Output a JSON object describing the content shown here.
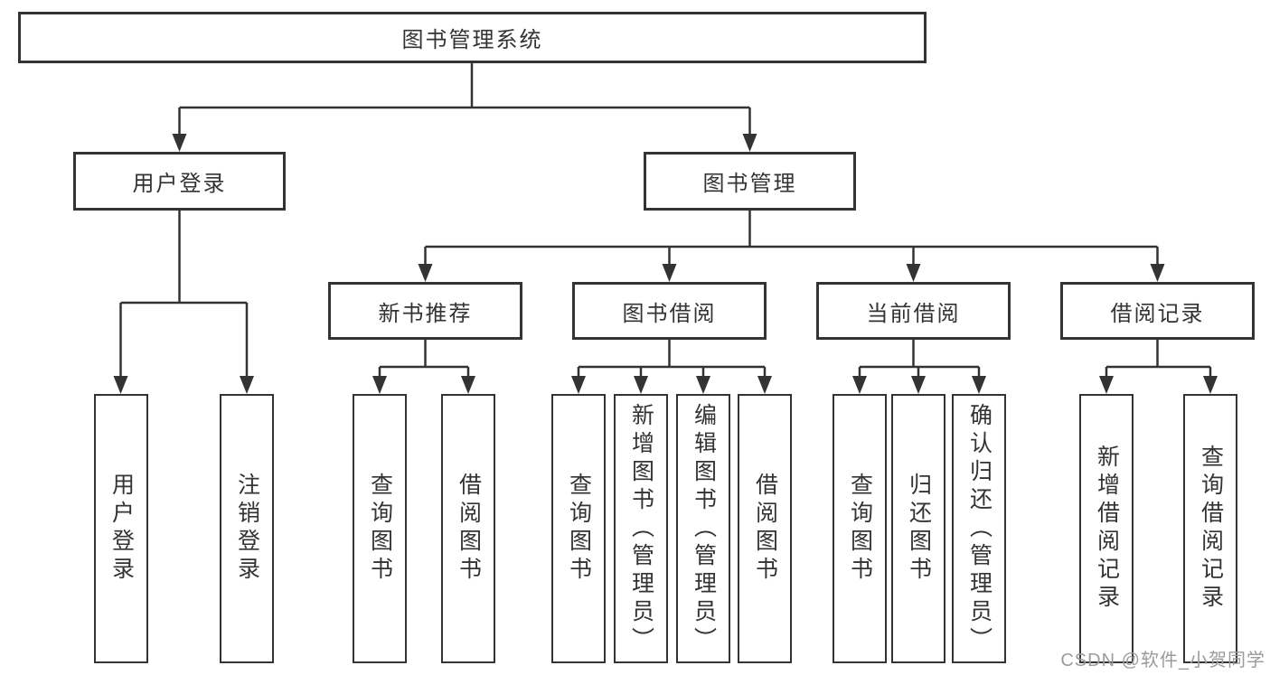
{
  "diagram": {
    "root": {
      "label": "图书管理系统"
    },
    "branches": [
      {
        "label": "用户登录",
        "children": [
          "用户登录",
          "注销登录"
        ]
      },
      {
        "label": "图书管理",
        "groups": [
          {
            "label": "新书推荐",
            "children": [
              "查询图书",
              "借阅图书"
            ]
          },
          {
            "label": "图书借阅",
            "children": [
              "查询图书",
              "新增图书（管理员）",
              "编辑图书（管理员）",
              "借阅图书"
            ]
          },
          {
            "label": "当前借阅",
            "children": [
              "查询图书",
              "归还图书",
              "确认归还（管理员）"
            ]
          },
          {
            "label": "借阅记录",
            "children": [
              "新增借阅记录",
              "查询借阅记录"
            ]
          }
        ]
      }
    ],
    "colors": {
      "line": "#333333",
      "text": "#333333",
      "background": "#ffffff",
      "watermark": "#9b9b9b"
    },
    "watermark": {
      "text": "CSDN @软件_小贺同学"
    }
  }
}
